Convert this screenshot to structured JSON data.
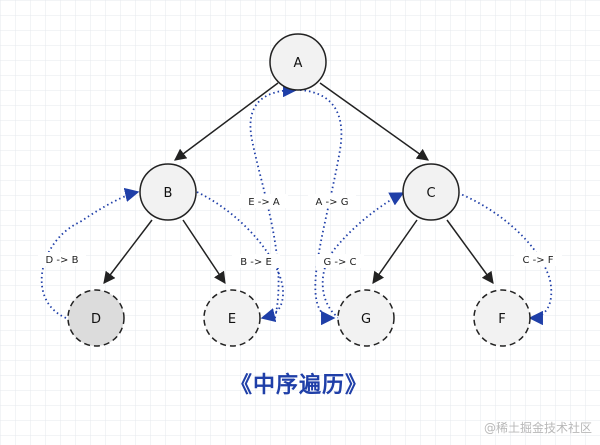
{
  "nodes": {
    "A": "A",
    "B": "B",
    "C": "C",
    "D": "D",
    "E": "E",
    "F": "F",
    "G": "G"
  },
  "edge_labels": {
    "d_to_b": "D -> B",
    "b_to_e": "B -> E",
    "e_to_a": "E -> A",
    "a_to_g": "A -> G",
    "g_to_c": "G -> C",
    "c_to_f": "C -> F"
  },
  "caption": "《中序遍历》",
  "watermark": "@稀土掘金技术社区",
  "colors": {
    "grid": "#e6e8ee",
    "node_fill": "#f2f2f2",
    "node_fill_d": "#dcdcdc",
    "stroke": "#222222",
    "traversal_arrow": "#1f3fa8",
    "caption": "#1f3fa8"
  }
}
